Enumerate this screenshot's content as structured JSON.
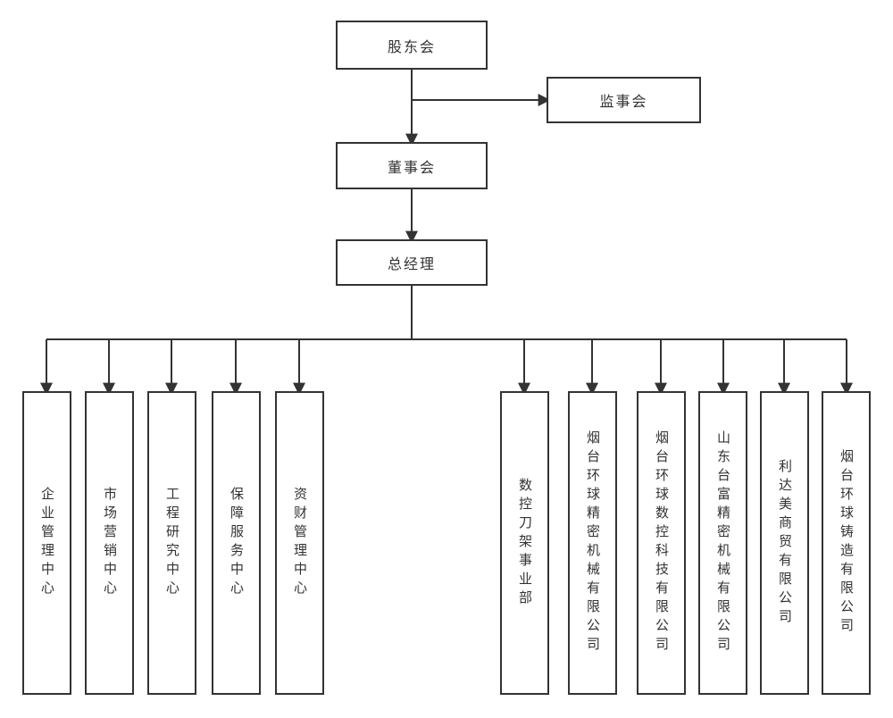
{
  "diagram": {
    "type": "org-chart",
    "background_color": "#ffffff",
    "line_color": "#333333",
    "nodes": {
      "shareholders": "股东会",
      "supervisory_board": "监事会",
      "board_of_directors": "董事会",
      "general_manager": "总经理"
    },
    "departments": [
      "企业管理中心",
      "市场营销中心",
      "工程研究中心",
      "保障服务中心",
      "资财管理中心",
      "数控刀架事业部",
      "烟台环球精密机械有限公司",
      "烟台环球数控科技有限公司",
      "山东台富精密机械有限公司",
      "利达美商贸有限公司",
      "烟台环球铸造有限公司"
    ]
  }
}
